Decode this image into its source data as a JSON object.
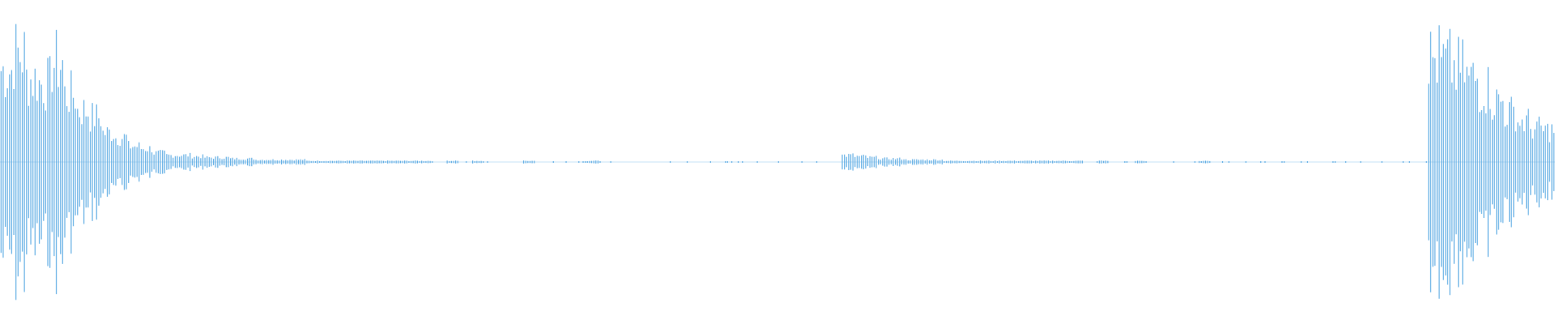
{
  "waveform": {
    "color": "#5aaae3",
    "background": "#ffffff",
    "peaks": [
      0.82,
      0.96,
      0.74,
      0.7,
      0.88,
      0.6,
      0.46,
      0.4,
      0.26,
      0.22,
      0.14,
      0.12,
      0.08,
      0.06,
      0.06,
      0.05,
      0.04,
      0.04,
      0.03,
      0.03,
      0.02,
      0.02,
      0.02,
      0.02,
      0.01,
      0.01,
      0.01,
      0.01,
      0.01,
      0.01,
      0.01,
      0.01,
      0.01,
      0.01,
      0.0,
      0.01,
      0.0,
      0.01,
      0.0,
      0.0,
      0.0,
      0.01,
      0.0,
      0.0,
      0.0,
      0.0,
      0.01,
      0.0,
      0.0,
      0.0,
      0.0,
      0.0,
      0.0,
      0.0,
      0.0,
      0.0,
      0.0,
      0.0,
      0.0,
      0.0,
      0.0,
      0.0,
      0.0,
      0.0,
      0.0,
      0.0,
      0.06,
      0.05,
      0.04,
      0.03,
      0.03,
      0.02,
      0.02,
      0.02,
      0.01,
      0.01,
      0.01,
      0.01,
      0.01,
      0.01,
      0.01,
      0.01,
      0.01,
      0.01,
      0.01,
      0.0,
      0.01,
      0.0,
      0.0,
      0.01,
      0.0,
      0.0,
      0.0,
      0.0,
      0.01,
      0.0,
      0.0,
      0.0,
      0.0,
      0.0,
      0.0,
      0.0,
      0.0,
      0.0,
      0.0,
      0.0,
      0.0,
      0.0,
      0.0,
      0.0,
      0.0,
      0.0,
      0.92,
      0.88,
      0.82,
      0.74,
      0.66,
      0.54,
      0.44,
      0.36,
      0.3,
      0.28
    ]
  }
}
